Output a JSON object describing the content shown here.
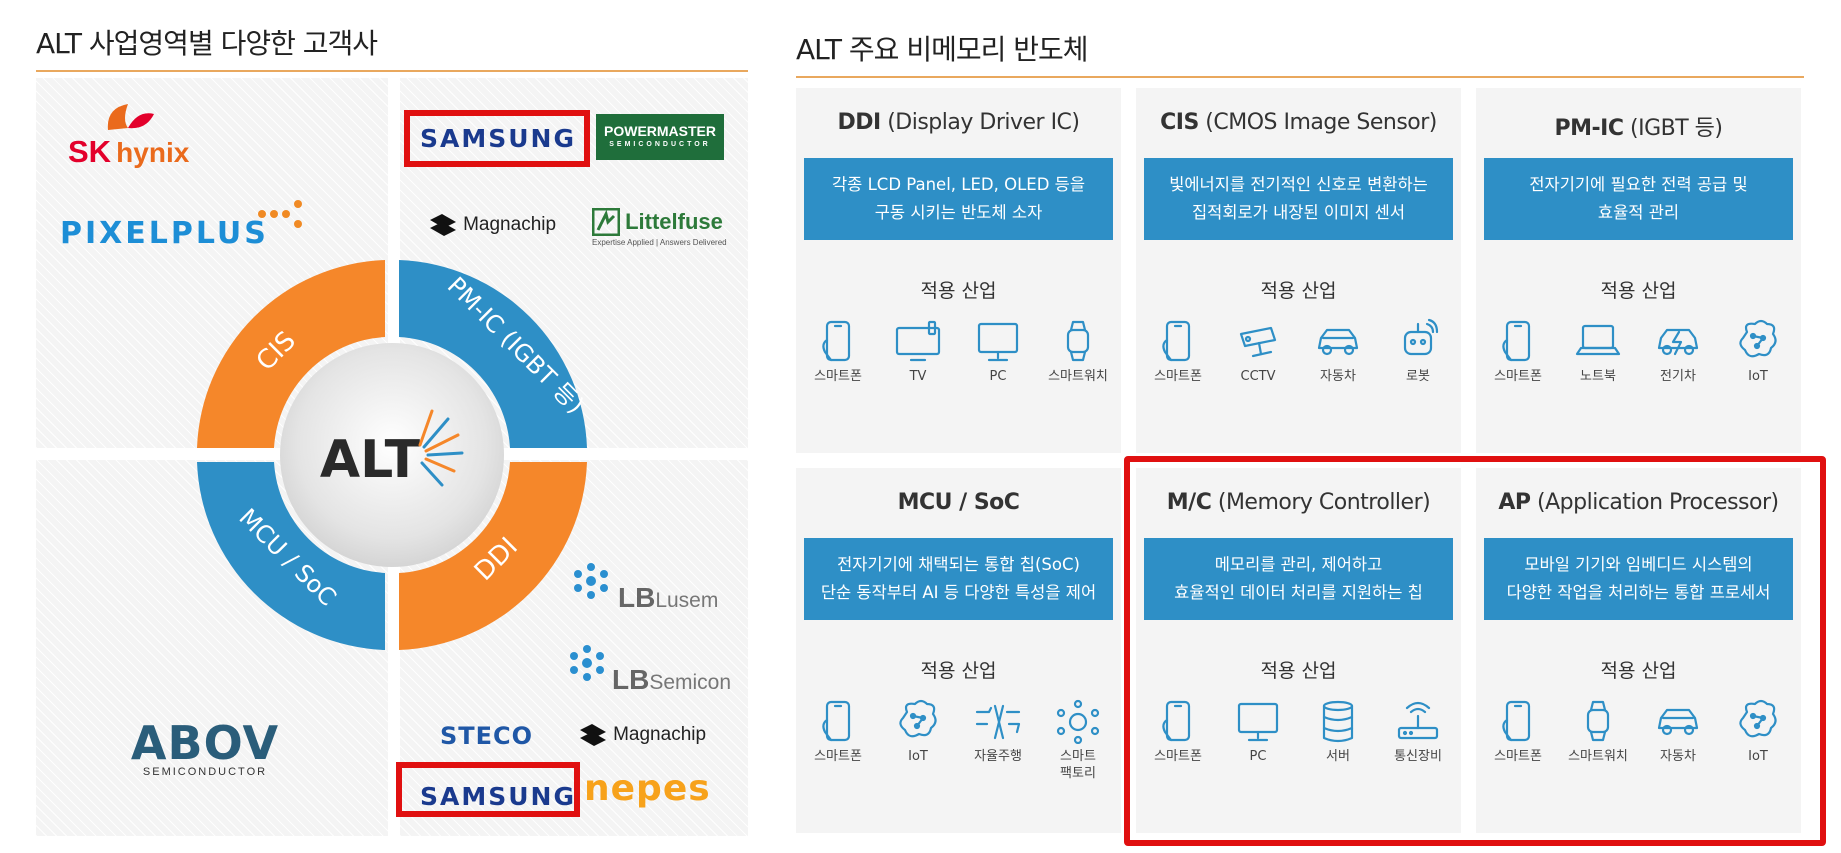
{
  "left": {
    "title": "ALT 사업영역별 다양한 고객사",
    "center_logo": "ALT",
    "ring": {
      "cis": "CIS",
      "pmic": "PM-IC (IGBT 등)",
      "mcu": "MCU / SoC",
      "ddi": "DDI"
    },
    "ring_colors": {
      "orange": "#f5872a",
      "blue": "#2e8fc6"
    },
    "customers": {
      "sk_hynix": {
        "sk": "SK",
        "hynix": "hynix"
      },
      "pixelplus": "PIXELPLUS",
      "samsung_top": "SAMSUNG",
      "powermaster": {
        "name": "POWERMASTER",
        "sub": "SEMICONDUCTOR"
      },
      "magnachip_top": "Magnachip",
      "littelfuse": {
        "name": "Littelfuse",
        "sub": "Expertise Applied | Answers Delivered"
      },
      "lb_lusem": {
        "lb": "LB",
        "name": "Lusem"
      },
      "lb_semicon": {
        "lb": "LB",
        "name": "Semicon"
      },
      "steco": "STECO",
      "magnachip_bottom": "Magnachip",
      "samsung_bottom": "SAMSUNG",
      "nepes": "nepes",
      "abov": {
        "name": "ABOV",
        "sub": "SEMICONDUCTOR"
      }
    }
  },
  "right": {
    "title": "ALT 주요 비메모리 반도체",
    "cards": [
      {
        "title_bold": "DDI",
        "title_rest": "(Display Driver IC)",
        "desc": [
          "각종 LCD Panel, LED, OLED 등을",
          "구동 시키는 반도체 소자"
        ],
        "industry": "적용 산업",
        "icons": [
          {
            "name": "smartphone-icon",
            "label": "스마트폰"
          },
          {
            "name": "tv-icon",
            "label": "TV"
          },
          {
            "name": "pc-icon",
            "label": "PC"
          },
          {
            "name": "smartwatch-icon",
            "label": "스마트워치"
          }
        ]
      },
      {
        "title_bold": "CIS",
        "title_rest": "(CMOS Image Sensor)",
        "desc": [
          "빛에너지를 전기적인 신호로 변환하는",
          "집적회로가 내장된 이미지 센서"
        ],
        "industry": "적용 산업",
        "icons": [
          {
            "name": "smartphone-icon",
            "label": "스마트폰"
          },
          {
            "name": "cctv-icon",
            "label": "CCTV"
          },
          {
            "name": "car-icon",
            "label": "자동차"
          },
          {
            "name": "robot-icon",
            "label": "로봇"
          }
        ]
      },
      {
        "title_bold": "PM-IC",
        "title_rest": "(IGBT 등)",
        "desc": [
          "전자기기에 필요한 전력 공급 및",
          "효율적 관리"
        ],
        "industry": "적용 산업",
        "icons": [
          {
            "name": "smartphone-icon",
            "label": "스마트폰"
          },
          {
            "name": "laptop-icon",
            "label": "노트북"
          },
          {
            "name": "ev-icon",
            "label": "전기차"
          },
          {
            "name": "iot-icon",
            "label": "IoT"
          }
        ]
      },
      {
        "title_bold": "MCU / SoC",
        "title_rest": "",
        "desc": [
          "전자기기에 채택되는 통합 칩(SoC)",
          "단순 동작부터 AI 등 다양한 특성을 제어"
        ],
        "industry": "적용 산업",
        "icons": [
          {
            "name": "smartphone-icon",
            "label": "스마트폰"
          },
          {
            "name": "iot-icon",
            "label": "IoT"
          },
          {
            "name": "autonomous-driving-icon",
            "label": "자율주행"
          },
          {
            "name": "smart-factory-icon",
            "label": "스마트\n팩토리"
          }
        ]
      },
      {
        "title_bold": "M/C",
        "title_rest": "(Memory Controller)",
        "desc": [
          "메모리를 관리, 제어하고",
          "효율적인 데이터 처리를 지원하는 칩"
        ],
        "industry": "적용 산업",
        "icons": [
          {
            "name": "smartphone-icon",
            "label": "스마트폰"
          },
          {
            "name": "pc-icon",
            "label": "PC"
          },
          {
            "name": "server-icon",
            "label": "서버"
          },
          {
            "name": "router-icon",
            "label": "통신장비"
          }
        ]
      },
      {
        "title_bold": "AP",
        "title_rest": "(Application Processor)",
        "desc": [
          "모바일 기기와 임베디드 시스템의",
          "다양한 작업을 처리하는 통합 프로세서"
        ],
        "industry": "적용 산업",
        "icons": [
          {
            "name": "smartphone-icon",
            "label": "스마트폰"
          },
          {
            "name": "smartwatch-icon",
            "label": "스마트워치"
          },
          {
            "name": "car-icon",
            "label": "자동차"
          },
          {
            "name": "iot-icon",
            "label": "IoT"
          }
        ]
      }
    ]
  },
  "colors": {
    "accent_rule": "#e9a85e",
    "card_blue": "#2e8fc6",
    "highlight_red": "#e01010"
  }
}
